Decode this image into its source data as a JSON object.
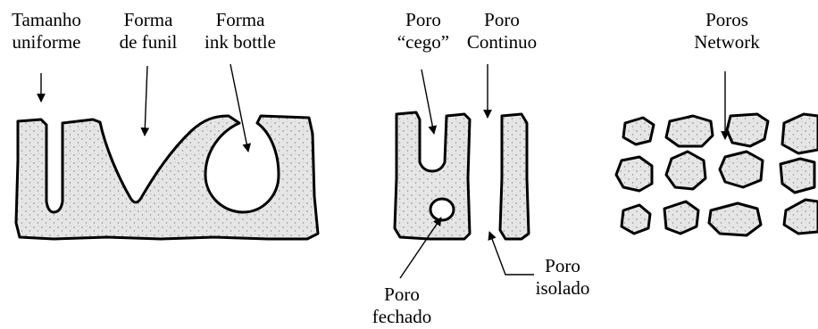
{
  "colors": {
    "ink": "#000000",
    "fill": "#e4e4e4",
    "speckle": "#9a9a9a",
    "background": "#ffffff"
  },
  "labels": {
    "uniform": {
      "line1": "Tamanho",
      "line2": "uniforme"
    },
    "funnel": {
      "line1": "Forma",
      "line2": "de funil"
    },
    "ink_bottle": {
      "line1": "Forma",
      "line2": "ink bottle"
    },
    "blind": {
      "line1": "Poro",
      "line2": "“cego”"
    },
    "continuous": {
      "line1": "Poro",
      "line2": "Continuo"
    },
    "network": {
      "line1": "Poros",
      "line2": "Network"
    },
    "isolated": {
      "line1": "Poro",
      "line2": "isolado"
    },
    "closed": {
      "line1": "Poro",
      "line2": "fechado"
    }
  }
}
